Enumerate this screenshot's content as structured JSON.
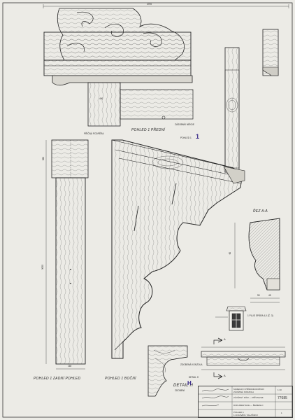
{
  "sheet": {
    "paper_color": "#ecebe6",
    "ink_color": "#2a2a2a",
    "accent_color": "#3a2a8a"
  },
  "dims": {
    "overall_top": "4700",
    "arm_height": "360",
    "post_height": "3000",
    "post_width": "160",
    "post_width_bottom": "165",
    "plate_len": "400",
    "detail_a": "95",
    "detail_b": "45",
    "detail_c": "60"
  },
  "views": {
    "front_title": "POHLED 1 PŘEDNÍ",
    "side_left_title": "POHLED 1 ZADNÍ POHLED",
    "side_mid_title": "POHLED 1 BOČNÍ",
    "section_title": "ŘEZ A-A",
    "detail_h_title": "DETAIL H",
    "detail_h_sub": "ZDOBENÍ",
    "view_one_marker": "POHLED 1",
    "marker_number": "1",
    "detail_h_letter": "H"
  },
  "annotations": {
    "note_top": "PŘÍČNÁ PODPĚRA",
    "note_mid": "ZÁSOBNÍK NĚKDE",
    "note_arm": "ZDOBENÁ KONZOLA",
    "note_stair": "1 PLUS SPÁRA 4,0 (Č. 3)",
    "note_a1": "A",
    "note_a2": "A",
    "note_small": "DETAIL H"
  },
  "title_block": {
    "r1": "MUZEUM V PŘÍRODĚ ROŽNOV",
    "r2": "ZÁVĚSNÁ KONZOLA",
    "r3": "ZÁVĚSNÝ DŮM — PŘÍSTAVEK",
    "r4": "DOKUMENTACE — ŘEMESLO",
    "r5": "POHLED 1",
    "r6": "1:10  ZÁVĚS / VALAŠSKO",
    "drawing_no": "77685",
    "scale": "1:10",
    "sheet_no": "1"
  }
}
